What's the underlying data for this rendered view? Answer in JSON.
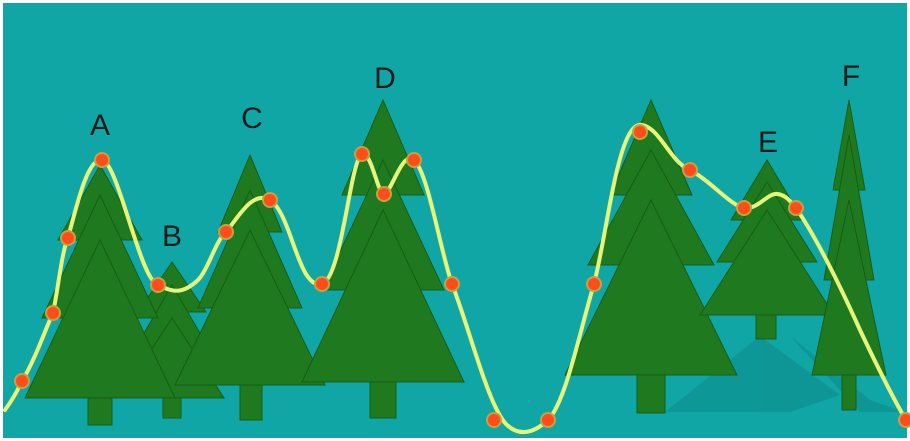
{
  "colors": {
    "background": "#11a6a6",
    "tree": "#1f7a1f",
    "tree_edge": "#155e15",
    "trunk": "#1f7a1f",
    "curve": "#e6f57a",
    "point_fill": "#ff4d1a",
    "point_edge": "#c8a040",
    "frame": "#ffffff"
  },
  "trees": [
    {
      "name": "tree-a",
      "label": "A"
    },
    {
      "name": "tree-b",
      "label": "B"
    },
    {
      "name": "tree-c",
      "label": "C"
    },
    {
      "name": "tree-d",
      "label": "D"
    },
    {
      "name": "tree-e",
      "label": "E"
    },
    {
      "name": "tree-f",
      "label": "F"
    }
  ]
}
